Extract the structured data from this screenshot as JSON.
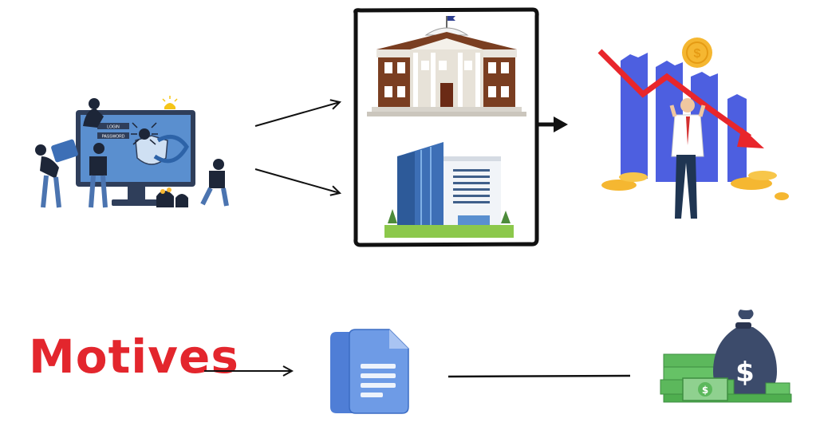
{
  "diagram": {
    "label_motives": "Motives",
    "icons": {
      "hackers": "hackers-at-computer-icon",
      "government": "government-building-icon",
      "office": "office-building-icon",
      "loss": "financial-loss-chart-icon",
      "documents": "documents-icon",
      "money": "money-bag-and-cash-icon"
    },
    "screen_labels": [
      "LOGIN",
      "PASSWORD"
    ]
  },
  "colors": {
    "motives_text": "#e3262d",
    "monitor_blue": "#5a8fcf",
    "chart_blue": "#4d5fe0",
    "trend_red": "#e8262b",
    "coin_gold": "#f5b731",
    "doc_blue": "#6e9be6",
    "bag_navy": "#3c4b6b",
    "cash_green": "#5cb85c",
    "brick": "#7a3e21"
  }
}
